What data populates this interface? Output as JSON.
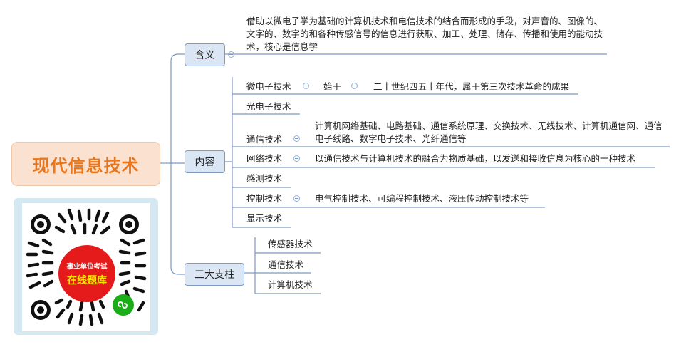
{
  "root": {
    "label": "现代信息技术"
  },
  "meaning": {
    "label": "含义",
    "text": "借助以微电子学为基础的计算机技术和电信技术的结合而形成的手段，对声音的、图像的、文字的、数字的和各种传感信号的信息进行获取、加工、处理、储存、传播和使用的能动技术，核心是信息学"
  },
  "content": {
    "label": "内容",
    "items": [
      {
        "label": "微电子技术",
        "sub": "始于",
        "detail": "二十世纪四五十年代，属于第三次技术革命的成果"
      },
      {
        "label": "光电子技术"
      },
      {
        "label": "通信技术",
        "detail": "计算机网络基础、电路基础、通信系统原理、交换技术、无线技术、计算机通信网、通信电子线路、数字电子技术、光纤通信等"
      },
      {
        "label": "网络技术",
        "detail": "以通信技术与计算机技术的融合为物质基础，以发送和接收信息为核心的一种技术"
      },
      {
        "label": "感测技术"
      },
      {
        "label": "控制技术",
        "detail": "电气控制技术、可编程控制技术、液压传动控制技术等"
      },
      {
        "label": "显示技术"
      }
    ]
  },
  "pillars": {
    "label": "三大支柱",
    "items": [
      "传感器技术",
      "通信技术",
      "计算机技术"
    ]
  },
  "qr": {
    "line1": "事业单位考试",
    "line2": "在线题库"
  },
  "colors": {
    "root_text": "#e8761c",
    "root_bg": "#fbe1cf",
    "branch_bg": "#dbe6f4",
    "line": "#7c99c3",
    "qr_badge": "#e51b1b",
    "mini_program": "#1aad19"
  }
}
